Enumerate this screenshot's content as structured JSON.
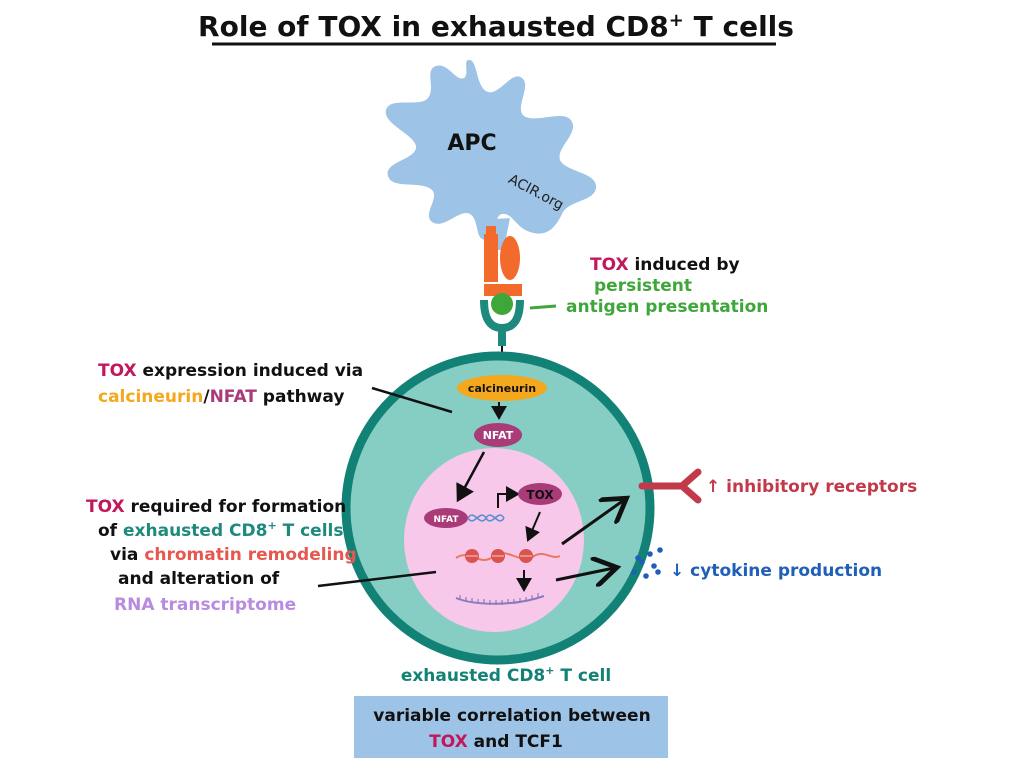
{
  "title": {
    "main": "Role of TOX in exhausted CD8",
    "sup": "+",
    "tail": " T cells"
  },
  "apc": {
    "label": "APC",
    "watermark": "ACIR.org"
  },
  "note_induced": {
    "tox": "TOX",
    "rest": " induced by",
    "line2": "persistent",
    "line3": "antigen presentation"
  },
  "note_expression": {
    "tox": "TOX",
    "line1_rest": " expression induced via",
    "calcineurin": "calcineurin",
    "slash": "/",
    "nfat": "NFAT",
    "pathway": " pathway"
  },
  "note_required": {
    "tox": "TOX",
    "line1_rest": " required for formation",
    "of": "of ",
    "exhausted": "exhausted CD8",
    "sup": "+",
    "tcells": " T cells",
    "via": "via ",
    "chromatin": "chromatin remodeling",
    "line4": "and alteration of",
    "rna": "RNA transcriptome"
  },
  "cell": {
    "calcineurin": "calcineurin",
    "nfat": "NFAT",
    "nfat_dna": "NFAT",
    "tox": "TOX",
    "label_main": "exhausted CD8",
    "label_sup": "+",
    "label_tail": " T cell"
  },
  "outcomes": {
    "inhibitory_arrow": "↑",
    "inhibitory": " inhibitory receptors",
    "cytokine_arrow": "↓",
    "cytokine": " cytokine production"
  },
  "footer": {
    "line1": "variable correlation between",
    "tox": "TOX",
    "line2_rest": " and TCF1"
  },
  "colors": {
    "tox": "#c2185b",
    "green": "#3fa63a",
    "teal": "#1e8a7e",
    "calcineurin": "#f4a81d",
    "nfat": "#a83b78",
    "chromatin": "#e6584f",
    "rna": "#b98be0",
    "inhibitory": "#c23a4a",
    "cytokine": "#1f5fb8",
    "apc": "#9dc3e6",
    "footer_bg": "#9dc3e6"
  }
}
